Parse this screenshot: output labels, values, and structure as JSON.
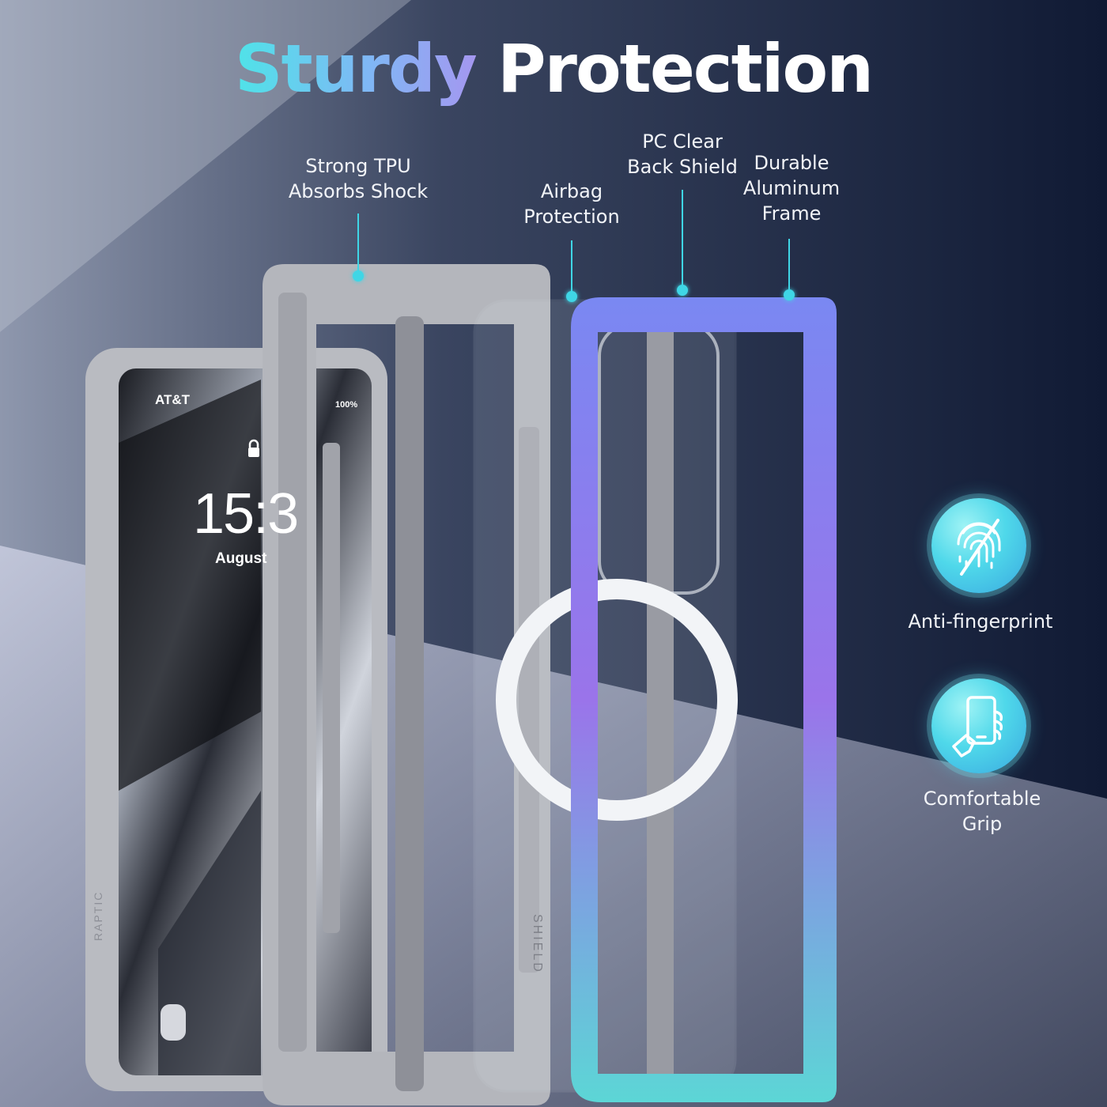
{
  "headline": {
    "accent": "Sturdy",
    "rest": "Protection"
  },
  "callouts": [
    {
      "line1": "Strong TPU",
      "line2": "Absorbs Shock"
    },
    {
      "line1": "Airbag",
      "line2": "Protection"
    },
    {
      "line1": "PC Clear",
      "line2": "Back Shield"
    },
    {
      "line1": "Durable",
      "line2": "Aluminum",
      "line3": "Frame"
    }
  ],
  "features": [
    {
      "icon": "anti-fingerprint-icon",
      "label": "Anti-fingerprint"
    },
    {
      "icon": "phone-grip-hand-icon",
      "label_line1": "Comfortable",
      "label_line2": "Grip"
    }
  ],
  "phone_screen": {
    "carrier": "AT&T",
    "battery": "100%",
    "time": "15:3",
    "date": "August"
  },
  "case_text": {
    "brand_side": "RAPTIC",
    "model_side": "SHIELD"
  },
  "colors": {
    "accent_cyan": "#3fd6e6",
    "frame_purple": "#8a7cf0",
    "tpu_gray": "#b4b6bc"
  }
}
